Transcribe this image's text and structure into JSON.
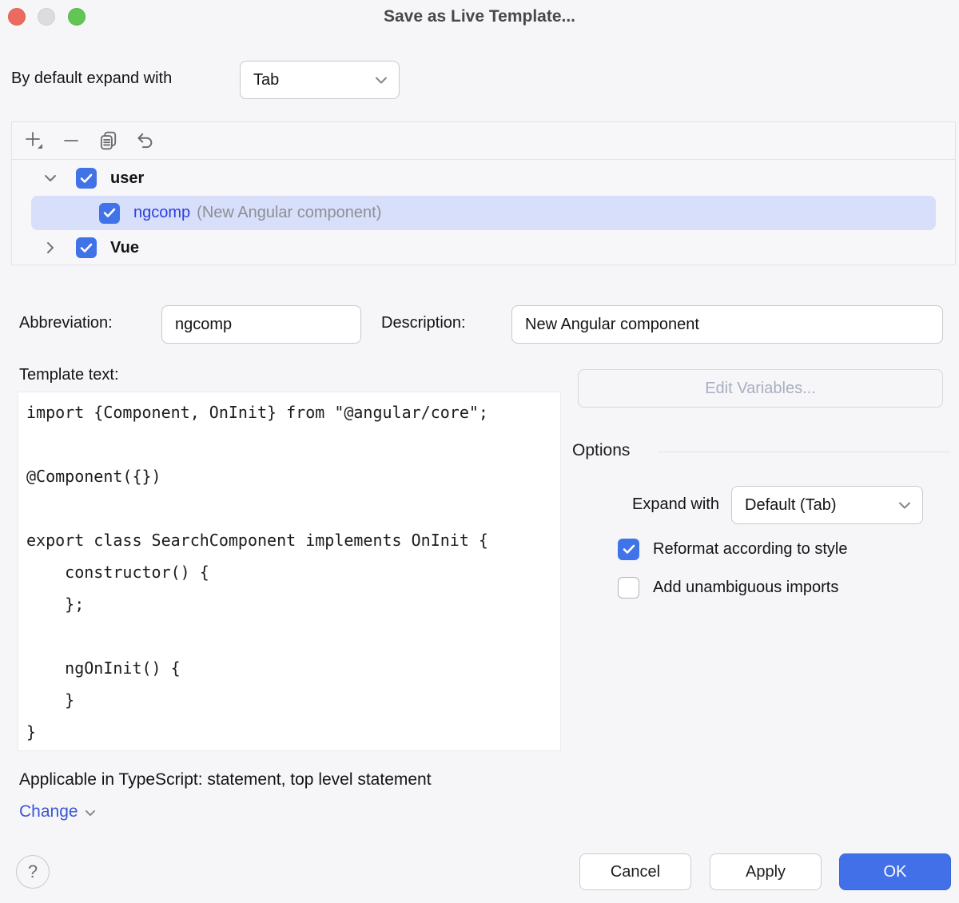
{
  "window": {
    "title": "Save as Live Template..."
  },
  "default_expand": {
    "label": "By default expand with",
    "value": "Tab"
  },
  "toolbar": {
    "icons": [
      "add-icon",
      "remove-icon",
      "duplicate-icon",
      "undo-icon"
    ]
  },
  "tree": {
    "groups": [
      {
        "label": "user",
        "checked": true,
        "expanded": true
      },
      {
        "label": "Vue",
        "checked": true,
        "expanded": false
      }
    ],
    "selected_item": {
      "abbreviation": "ngcomp",
      "description": "(New Angular component)",
      "checked": true,
      "selected": true
    }
  },
  "fields": {
    "abbreviation_label": "Abbreviation:",
    "abbreviation_value": "ngcomp",
    "description_label": "Description:",
    "description_value": "New Angular component"
  },
  "template": {
    "label": "Template text:",
    "code_lines": [
      "import {Component, OnInit} from \"@angular/core\";",
      "",
      "@Component({})",
      "",
      "export class SearchComponent implements OnInit {",
      "    constructor() {",
      "    };",
      "",
      "    ngOnInit() {",
      "    }",
      "}"
    ]
  },
  "right_panel": {
    "edit_variables_label": "Edit Variables...",
    "options_label": "Options",
    "expand_with_label": "Expand with",
    "expand_with_value": "Default (Tab)",
    "checkboxes": [
      {
        "label": "Reformat according to style",
        "checked": true
      },
      {
        "label": "Add unambiguous imports",
        "checked": false
      }
    ]
  },
  "footer": {
    "applicable_text": "Applicable in TypeScript: statement, top level statement",
    "change_label": "Change",
    "help_label": "?",
    "cancel_label": "Cancel",
    "apply_label": "Apply",
    "ok_label": "OK"
  },
  "colors": {
    "accent": "#4173e8",
    "selection_row": "#d8dffb",
    "link_blue": "#2a3fe0",
    "ok_button": "#4170e8"
  }
}
